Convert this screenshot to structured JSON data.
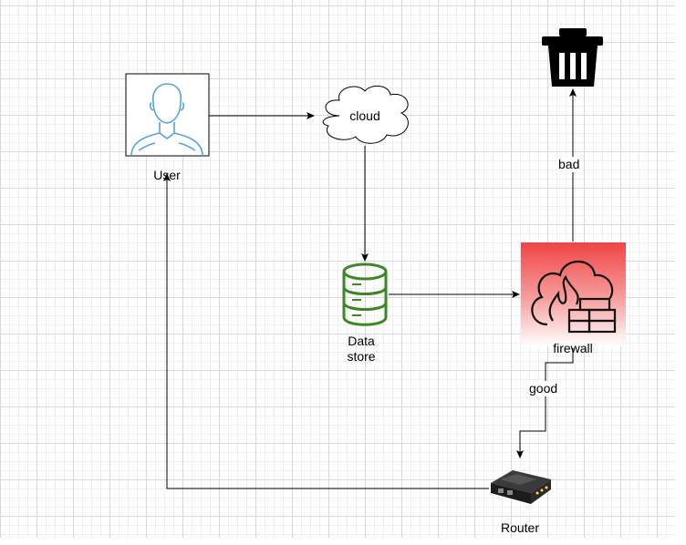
{
  "nodes": {
    "user": {
      "label": "User"
    },
    "cloud": {
      "label": "cloud"
    },
    "data_store": {
      "label_line1": "Data",
      "label_line2": "store"
    },
    "firewall": {
      "label": "firewall"
    },
    "router": {
      "label": "Router"
    },
    "trash": {
      "icon": "trash-icon"
    }
  },
  "edges": {
    "bad": "bad",
    "good": "good"
  },
  "colors": {
    "firewall_gradient_top": "#ef4444",
    "data_store_green": "#3f8624",
    "user_icon_blue": "#4fa3e3",
    "edge": "#000000"
  }
}
